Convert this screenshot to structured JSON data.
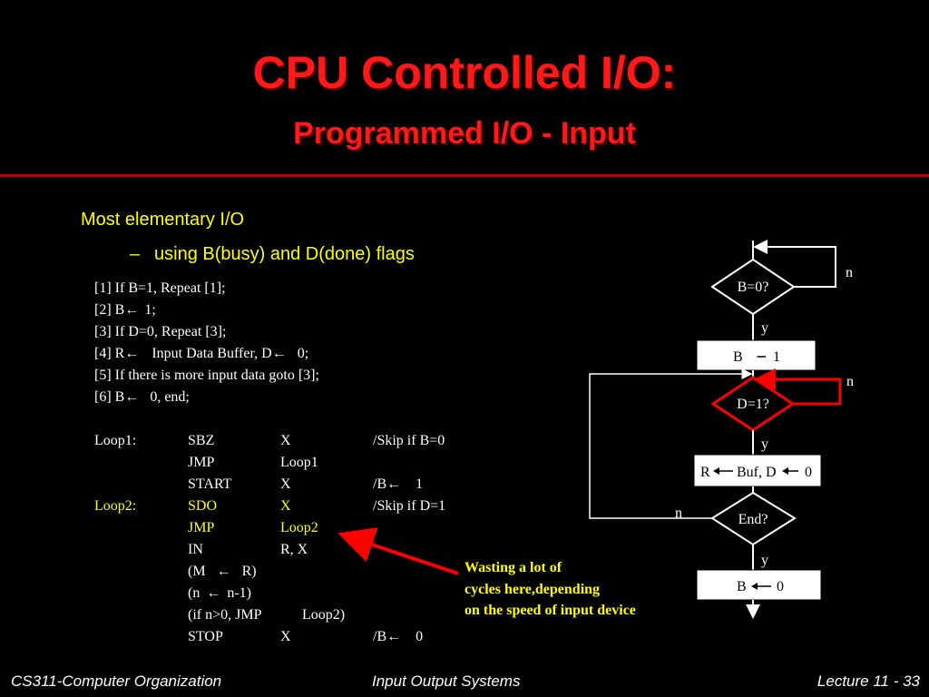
{
  "slide": {
    "title": "CPU Controlled I/O:",
    "subtitle": "Programmed I/O - Input"
  },
  "bullets": {
    "level1": "Most elementary I/O",
    "level2_dash": "–",
    "level2": "using B(busy) and D(done) flags"
  },
  "steps": [
    "[1] If  B=1, Repeat [1];",
    "[2] B",
    "1;",
    "[3] If  D=0, Repeat [3];",
    "[4] R",
    "Input Data Buffer, D",
    "0;",
    "[5] If  there is more input data goto [3];",
    "[6] B",
    "0, end;"
  ],
  "program": [
    {
      "label": "Loop1:",
      "op": "SBZ",
      "arg": "X",
      "comment": "/Skip if B=0"
    },
    {
      "label": "",
      "op": "JMP",
      "arg": "Loop1",
      "comment": ""
    },
    {
      "label": "",
      "op": "START",
      "arg": "X",
      "comment": "/B",
      "comment2": "1"
    },
    {
      "label": "Loop2:",
      "op": "SDO",
      "arg": "X",
      "comment": "/Skip if D=1"
    },
    {
      "label": "",
      "op": "JMP",
      "arg": "Loop2",
      "comment": ""
    },
    {
      "label": "",
      "op": "IN",
      "arg": "R, X",
      "comment": ""
    },
    {
      "label": "",
      "op": "(M",
      "arg": "R)",
      "comment": ""
    },
    {
      "label": "",
      "op": "(n",
      "arg": "n-1)",
      "comment": ""
    },
    {
      "label": "",
      "op": "(if n>0, JMP",
      "arg": "Loop2)",
      "comment": ""
    },
    {
      "label": "",
      "op": "STOP",
      "arg": "X",
      "comment": "/B",
      "comment2": "0"
    }
  ],
  "note": [
    "Wasting a lot of",
    "cycles here,depending",
    "on the speed of input device"
  ],
  "flowchart": {
    "d1": "B=0?",
    "box1_a": "B",
    "box1_b": "1",
    "d2": "D=1?",
    "box2_a": "R",
    "box2_b": "Buf, D",
    "box2_c": "0",
    "d3": "End?",
    "box3_a": "B",
    "box3_b": "0",
    "yes": "y",
    "no": "n"
  },
  "footer": {
    "left": "CS311-Computer Organization",
    "center": "Input Output Systems",
    "right": "Lecture 11  - 33"
  },
  "colors": {
    "title": "#ff1a1a",
    "accent": "#ffff00",
    "rule": "#c00000",
    "highlight": "#ff0000"
  }
}
